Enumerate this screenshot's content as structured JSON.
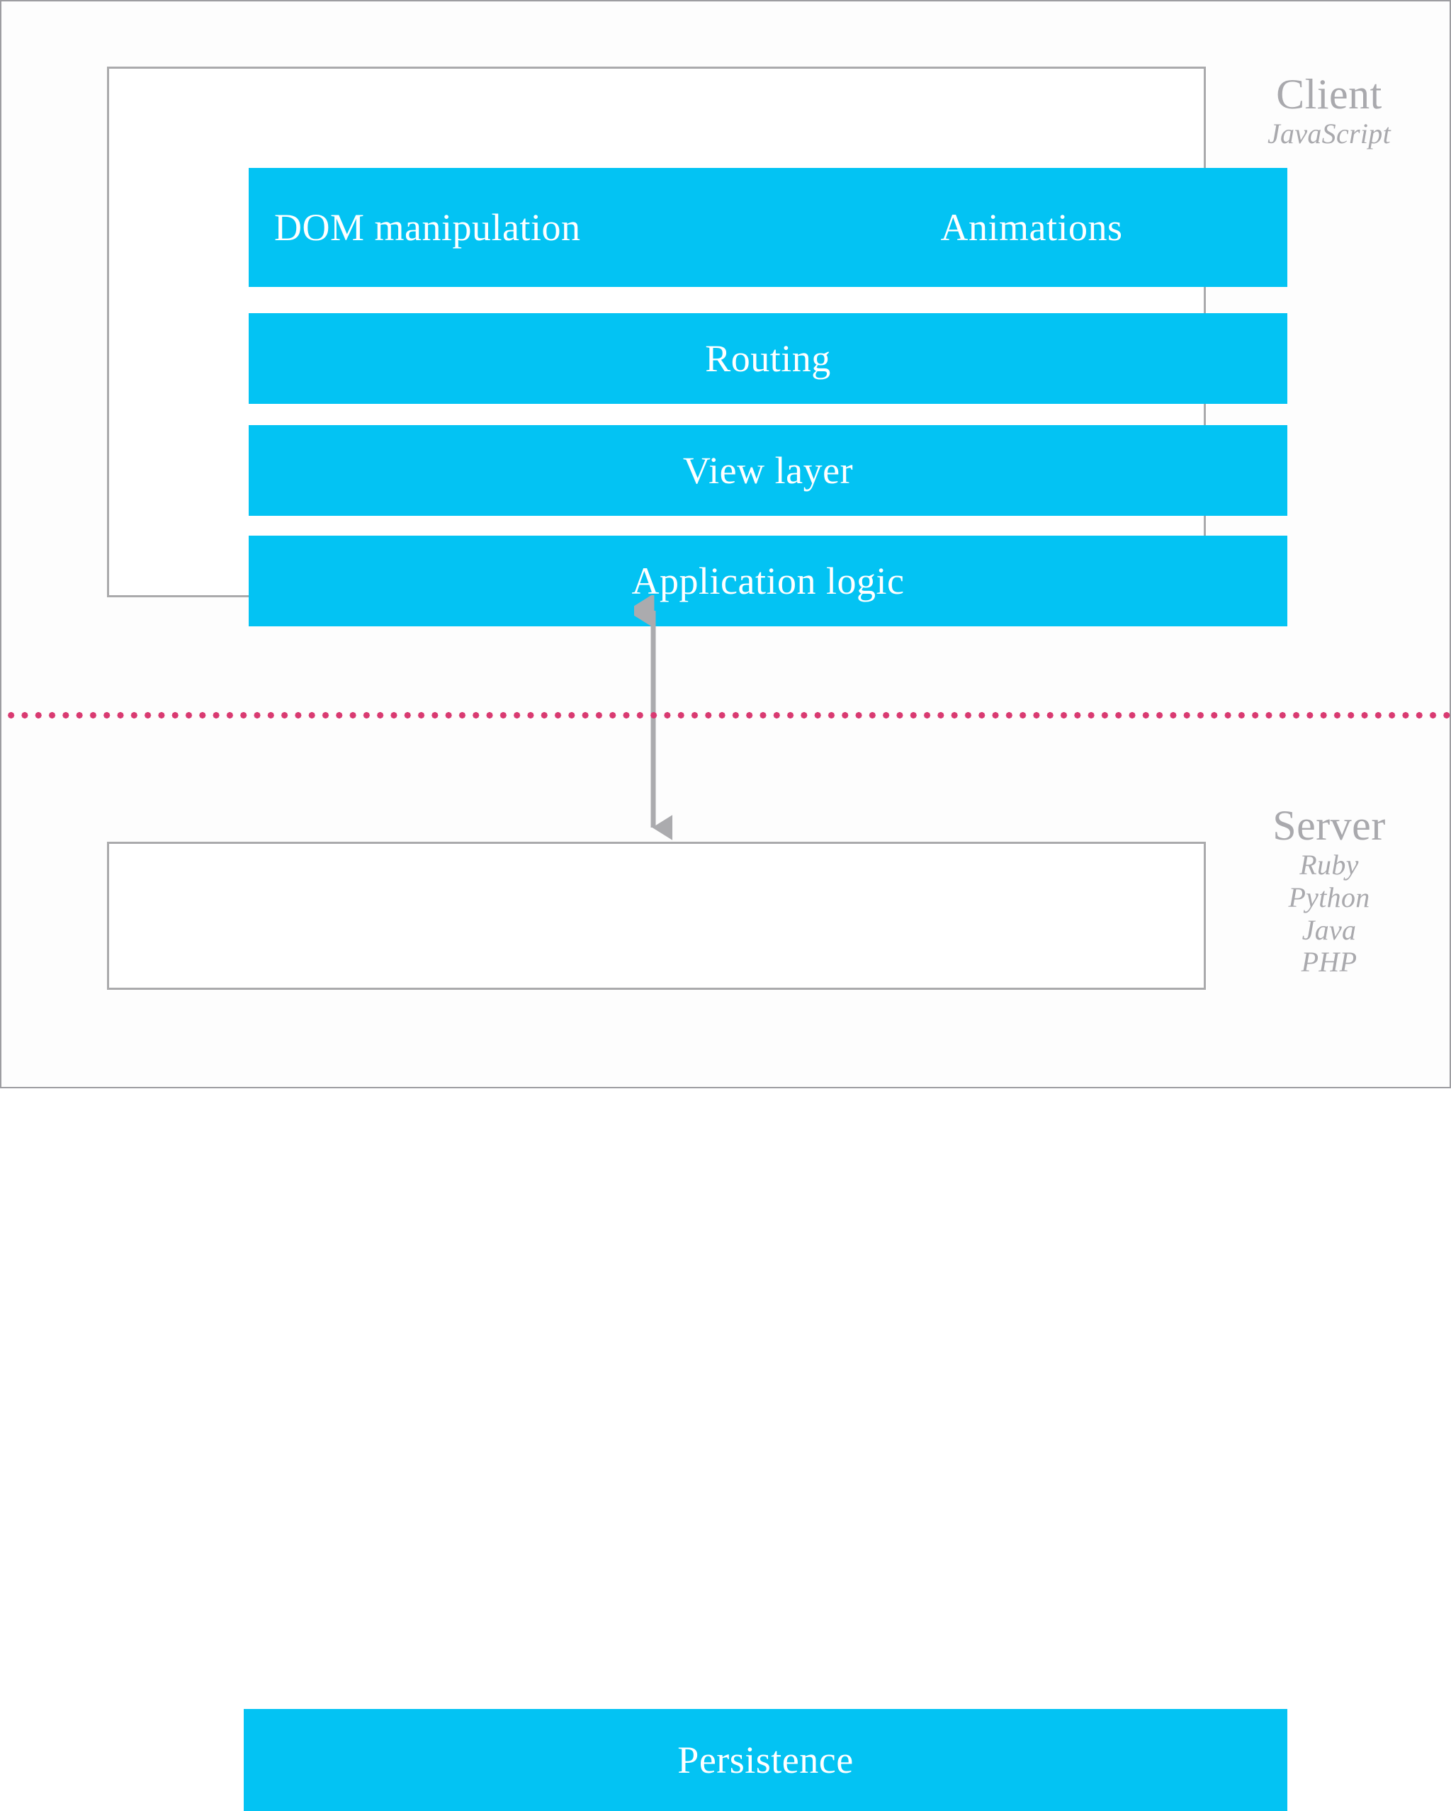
{
  "diagram": {
    "title": "Client / Server application layer stack",
    "colors": {
      "layer_fill": "#03C3F3",
      "layer_text": "#FFFFFF",
      "container_border": "#AAAAAC",
      "annotation_text": "#A9A9AD",
      "divider_dots": "#D93A71",
      "arrow": "#ABABAE",
      "page_background": "#FDFDFD"
    },
    "client": {
      "tier_title": "Client",
      "technologies": [
        "JavaScript"
      ],
      "layers": [
        {
          "id": "dom",
          "label": "DOM manipulation",
          "row": 1,
          "column": "left"
        },
        {
          "id": "animations",
          "label": "Animations",
          "row": 1,
          "column": "right"
        },
        {
          "id": "routing",
          "label": "Routing",
          "row": 2,
          "column": "full"
        },
        {
          "id": "view",
          "label": "View layer",
          "row": 3,
          "column": "full"
        },
        {
          "id": "applogic",
          "label": "Application logic",
          "row": 4,
          "column": "full"
        }
      ]
    },
    "server": {
      "tier_title": "Server",
      "technologies": [
        "Ruby",
        "Python",
        "Java",
        "PHP"
      ],
      "layers": [
        {
          "id": "persistence",
          "label": "Persistence",
          "row": 1,
          "column": "full"
        }
      ]
    },
    "connector": {
      "name": "client-server-link",
      "style": "double-headed-arrow",
      "direction": "bidirectional"
    },
    "divider": {
      "name": "client-server-boundary",
      "style": "dotted"
    }
  }
}
